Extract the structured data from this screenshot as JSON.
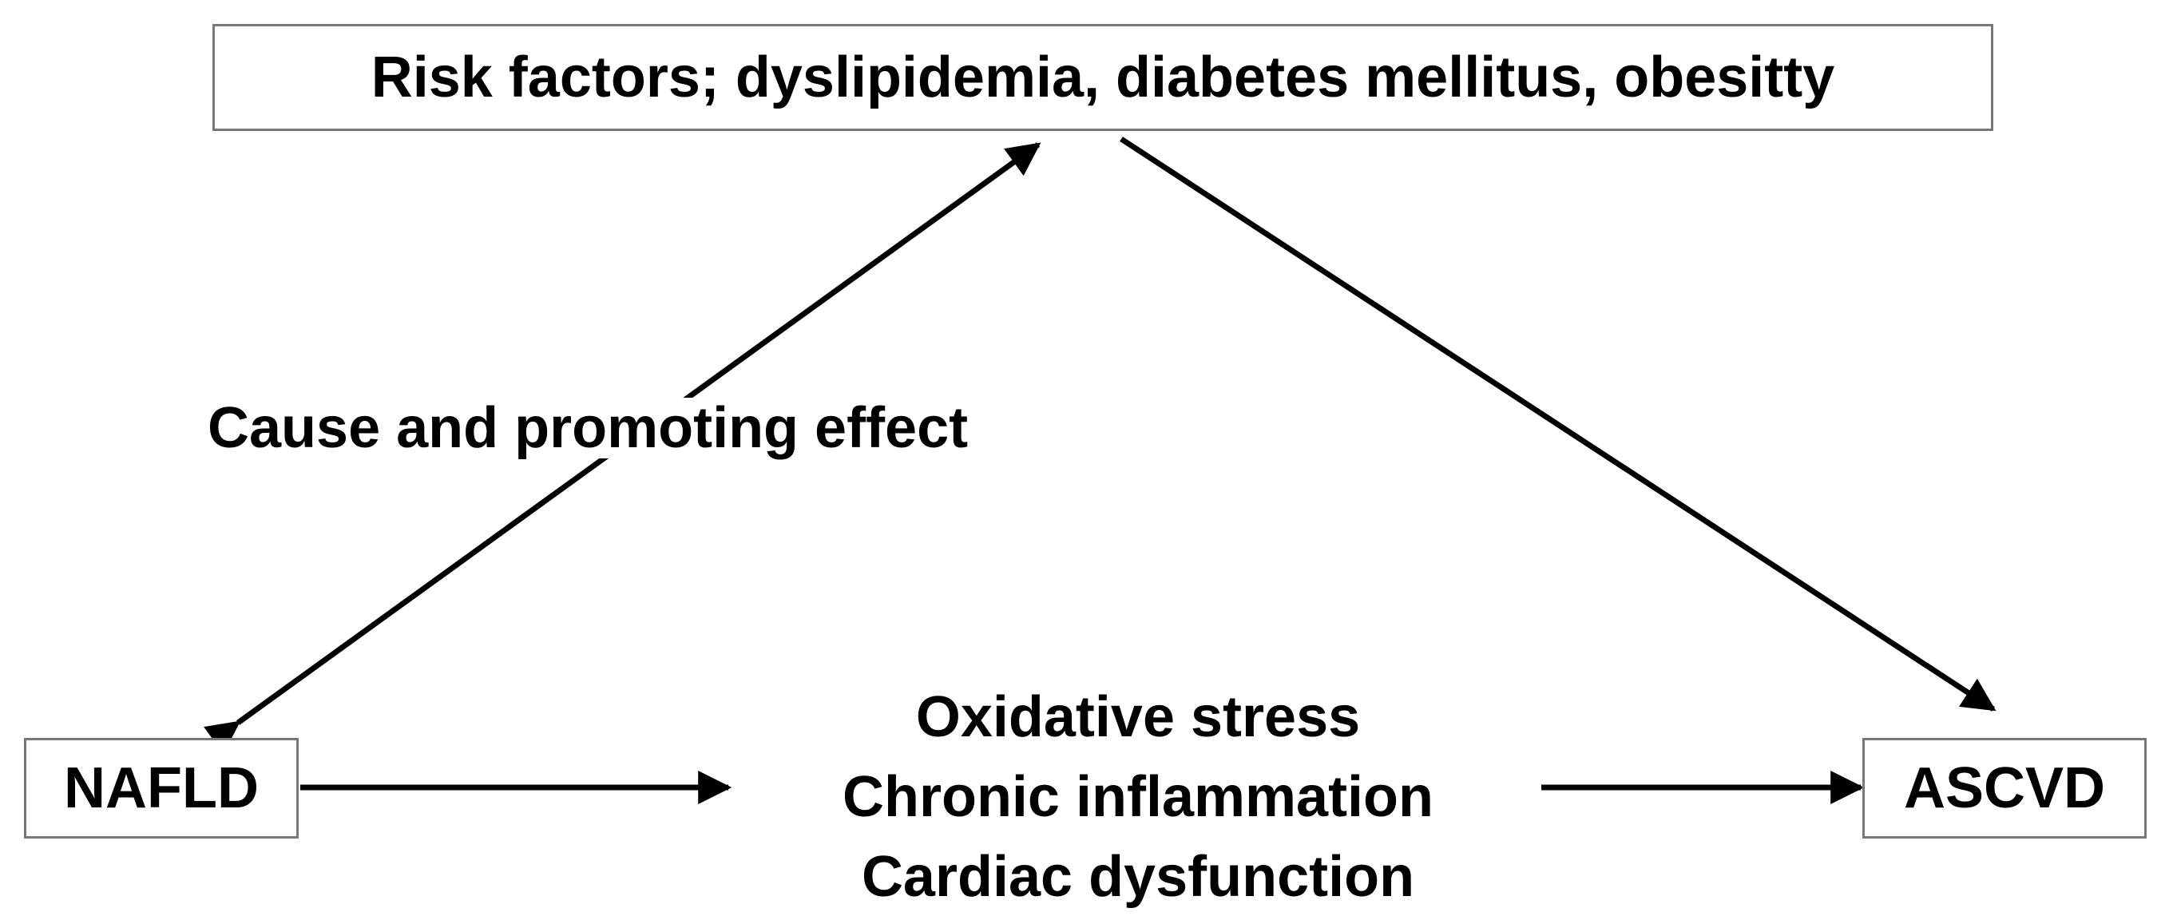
{
  "risk_factors": "Risk factors; dyslipidemia, diabetes mellitus, obesitty",
  "nafld": "NAFLD",
  "ascvd": "ASCVD",
  "cause_label": "Cause and promoting effect",
  "mechanisms": [
    "Oxidative stress",
    "Chronic inflammation",
    "Cardiac dysfunction"
  ],
  "colors": {
    "box_border": "#777777",
    "arrow": "#000000",
    "text": "#000000"
  }
}
